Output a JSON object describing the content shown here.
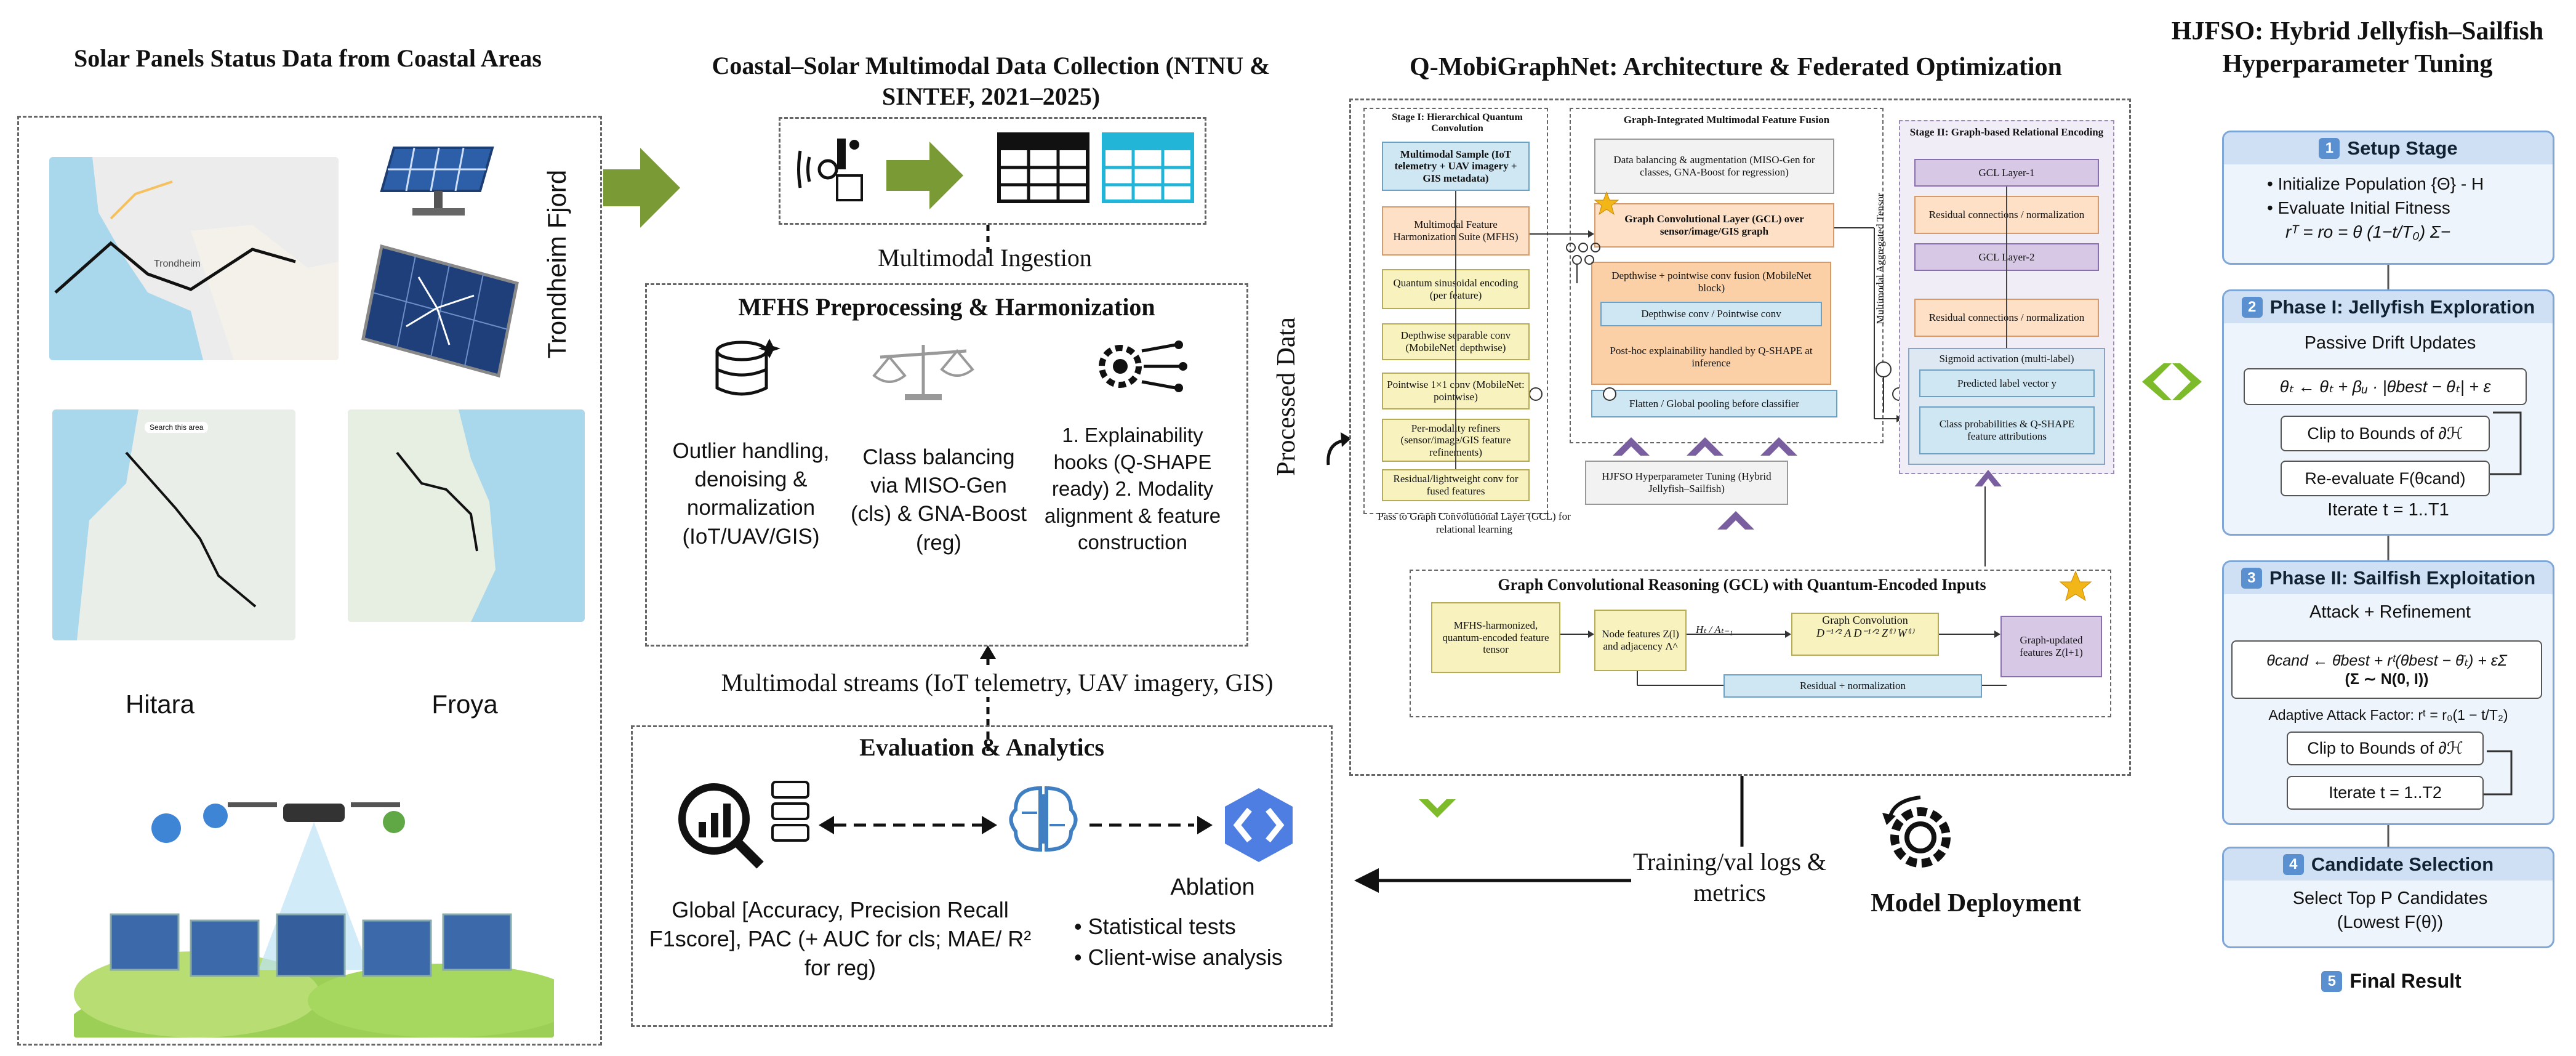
{
  "colors": {
    "arrow_green": "#7a9a35",
    "dashed": "#666666",
    "card_blue": "#eef4fb",
    "card_head": "#cfe0f4",
    "orange_box": "#fde0c6",
    "purple_box": "#d7c8e6",
    "blue_box": "#cfe6f3",
    "star": "#f2b619"
  },
  "panel1": {
    "title": "Solar Panels Status Data from Coastal Areas",
    "trondheim_label": "Trondheim Fjord",
    "map_label_hitara": "Hitara",
    "map_label_froya": "Froya",
    "map_town": "Trondheim",
    "map_search": "Search this area"
  },
  "panel2": {
    "title": "Coastal–Solar Multimodal Data Collection (NTNU & SINTEF, 2021–2025)",
    "ingestion_label": "Multimodal Ingestion",
    "mfhs_title": "MFHS Preprocessing & Harmonization",
    "col1": "Outlier handling, denoising & normalization (IoT/UAV/GIS)",
    "col2": "Class balancing via MISO-Gen (cls) & GNA-Boost (reg)",
    "col3": "1. Explainability hooks (Q-SHAPE ready) 2. Modality alignment & feature construction",
    "streams_label": "Multimodal streams (IoT telemetry, UAV imagery, GIS)"
  },
  "eval": {
    "title": "Evaluation & Analytics",
    "global": "Global [Accuracy, Precision Recall F1score], PAC (+ AUC for cls; MAE/ R² for reg)",
    "ablation": "Ablation",
    "bullet1": "Statistical tests",
    "bullet2": "Client-wise analysis"
  },
  "processed_label": "Processed Data",
  "qmobi": {
    "title": "Q-MobiGraphNet: Architecture & Federated Optimization",
    "stage1_title": "Stage I: Hierarchical Quantum Convolution",
    "s1_sample": "Multimodal Sample (IoT telemetry + UAV imagery + GIS metadata)",
    "s1_mfhs": "Multimodal Feature Harmonization Suite (MFHS)",
    "s1_q": "Quantum sinusoidal encoding (per feature)",
    "s1_dw": "Depthwise separable conv (MobileNet: depthwise)",
    "s1_pw": "Pointwise 1×1 conv (MobileNet: pointwise)",
    "s1_ref": "Per-modality refiners (sensor/image/GIS feature refinements)",
    "s1_res": "Residual/lightweight conv for fused features",
    "fusion_title": "Graph-Integrated Multimodal Feature Fusion",
    "fu_bal": "Data balancing & augmentation (MISO-Gen for classes, GNA-Boost for regression)",
    "fu_gcl": "Graph Convolutional Layer (GCL) over sensor/image/GIS graph",
    "fu_dw": "Depthwise + pointwise conv fusion (MobileNet block)",
    "fu_dw2": "Depthwise conv / Pointwise conv",
    "fu_post": "Post-hoc explainability handled by Q-SHAPE at inference",
    "fu_flat": "Flatten / Global pooling before classifier",
    "hjfso_box": "HJFSO Hyperparameter Tuning (Hybrid Jellyfish–Sailfish)",
    "pass_label": "Pass to Graph Convolutional Layer (GCL) for relational learning",
    "agg_label": "Multimodal Aggregated Tensor",
    "stage2_title": "Stage II: Graph-based Relational Encoding",
    "s2_gcl1": "GCL Layer-1",
    "s2_res1": "Residual connections / normalization",
    "s2_gcl2": "GCL Layer-2",
    "s2_res2": "Residual connections / normalization",
    "s2_sig": "Sigmoid activation (multi-label)",
    "s2_pred": "Predicted label vector y",
    "s2_class": "Class probabilities & Q-SHAPE feature attributions",
    "gcr_title": "Graph Convolutional Reasoning (GCL) with Quantum-Encoded Inputs",
    "gcr_mfhs": "MFHS-harmonized, quantum-encoded feature tensor",
    "gcr_node": "Node features Z(l) and adjacency Λ^",
    "gcr_ht": "Hₜ / Aₜ₋₁",
    "gcr_conv": "Graph Convolution",
    "gcr_formula": "D⁻¹ᐟ² A D⁻¹ᐟ² Z⁽ˡ⁾ W⁽ˡ⁾",
    "gcr_upd": "Graph-updated features Z(l+1)",
    "gcr_res": "Residual + normalization"
  },
  "training_label": "Training/val logs & metrics",
  "deploy_label": "Model Deployment",
  "hjfso": {
    "title": "HJFSO: Hybrid Jellyfish–Sailfish Hyperparameter Tuning",
    "s1_num": "1",
    "s1_title": "Setup Stage",
    "s1_b1": "• Initialize Population {Θ} - H",
    "s1_b2": "• Evaluate Initial Fitness",
    "s1_formula": "rᵀ = ro = θ (1−t/T₀)   Σ−",
    "s2_num": "2",
    "s2_title": "Phase I: Jellyfish Exploration",
    "s2_sub": "Passive Drift Updates",
    "s2_f1": "θₜ ← θₜ + βᵤ · |θbest − θₜ| + ε",
    "s2_f2": "Clip to Bounds of ∂ℋ",
    "s2_f3": "Re-evaluate F(θcand)",
    "s2_iter": "Iterate t = 1..T1",
    "s3_num": "3",
    "s3_title": "Phase II: Sailfish Exploitation",
    "s3_sub": "Attack + Refinement",
    "s3_f1": "θcand ← θ̄best + rᵗ(θbest − θ̄ₜ) + εΣ",
    "s3_f1b": "(Σ ∼ N(0, I))",
    "s3_adapt": "Adaptive Attack Factor: rᵗ = r₀(1 − t/T₂)",
    "s3_f2": "Clip to Bounds of ∂ℋ",
    "s3_iter": "Iterate t = 1..T2",
    "s4_num": "4",
    "s4_title": "Candidate Selection",
    "s4_l1": "Select Top P Candidates",
    "s4_l2": "(Lowest F(θ))",
    "s5_num": "5",
    "s5_title": "Final Result"
  }
}
